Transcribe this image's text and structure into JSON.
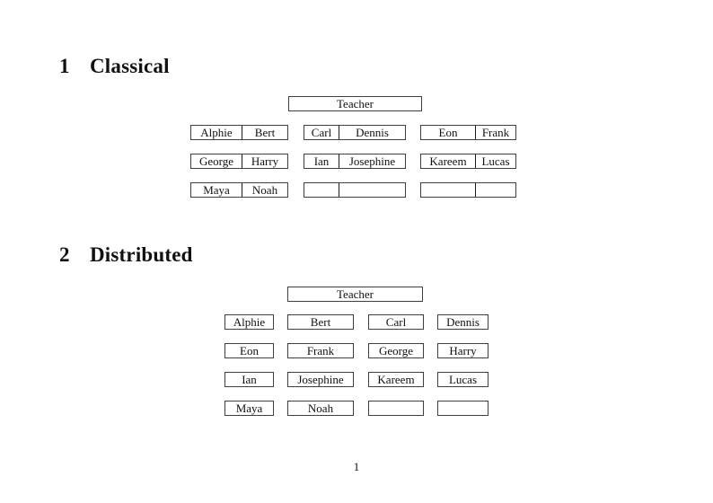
{
  "page": {
    "number": "1",
    "background_color": "#ffffff",
    "text_color": "#111111",
    "border_color": "#3f3f3f"
  },
  "sections": [
    {
      "number": "1",
      "title": "Classical"
    },
    {
      "number": "2",
      "title": "Distributed"
    }
  ],
  "classical": {
    "teacher": "Teacher",
    "rows": [
      [
        {
          "left": "Alphie",
          "right": "Bert"
        },
        {
          "left": "Carl",
          "right": "Dennis"
        },
        {
          "left": "Eon",
          "right": "Frank"
        }
      ],
      [
        {
          "left": "George",
          "right": "Harry"
        },
        {
          "left": "Ian",
          "right": "Josephine"
        },
        {
          "left": "Kareem",
          "right": "Lucas"
        }
      ],
      [
        {
          "left": "Maya",
          "right": "Noah"
        },
        {
          "left": "",
          "right": ""
        },
        {
          "left": "",
          "right": ""
        }
      ]
    ]
  },
  "distributed": {
    "teacher": "Teacher",
    "rows": [
      [
        "Alphie",
        "Bert",
        "Carl",
        "Dennis"
      ],
      [
        "Eon",
        "Frank",
        "George",
        "Harry"
      ],
      [
        "Ian",
        "Josephine",
        "Kareem",
        "Lucas"
      ],
      [
        "Maya",
        "Noah",
        "",
        ""
      ]
    ]
  }
}
